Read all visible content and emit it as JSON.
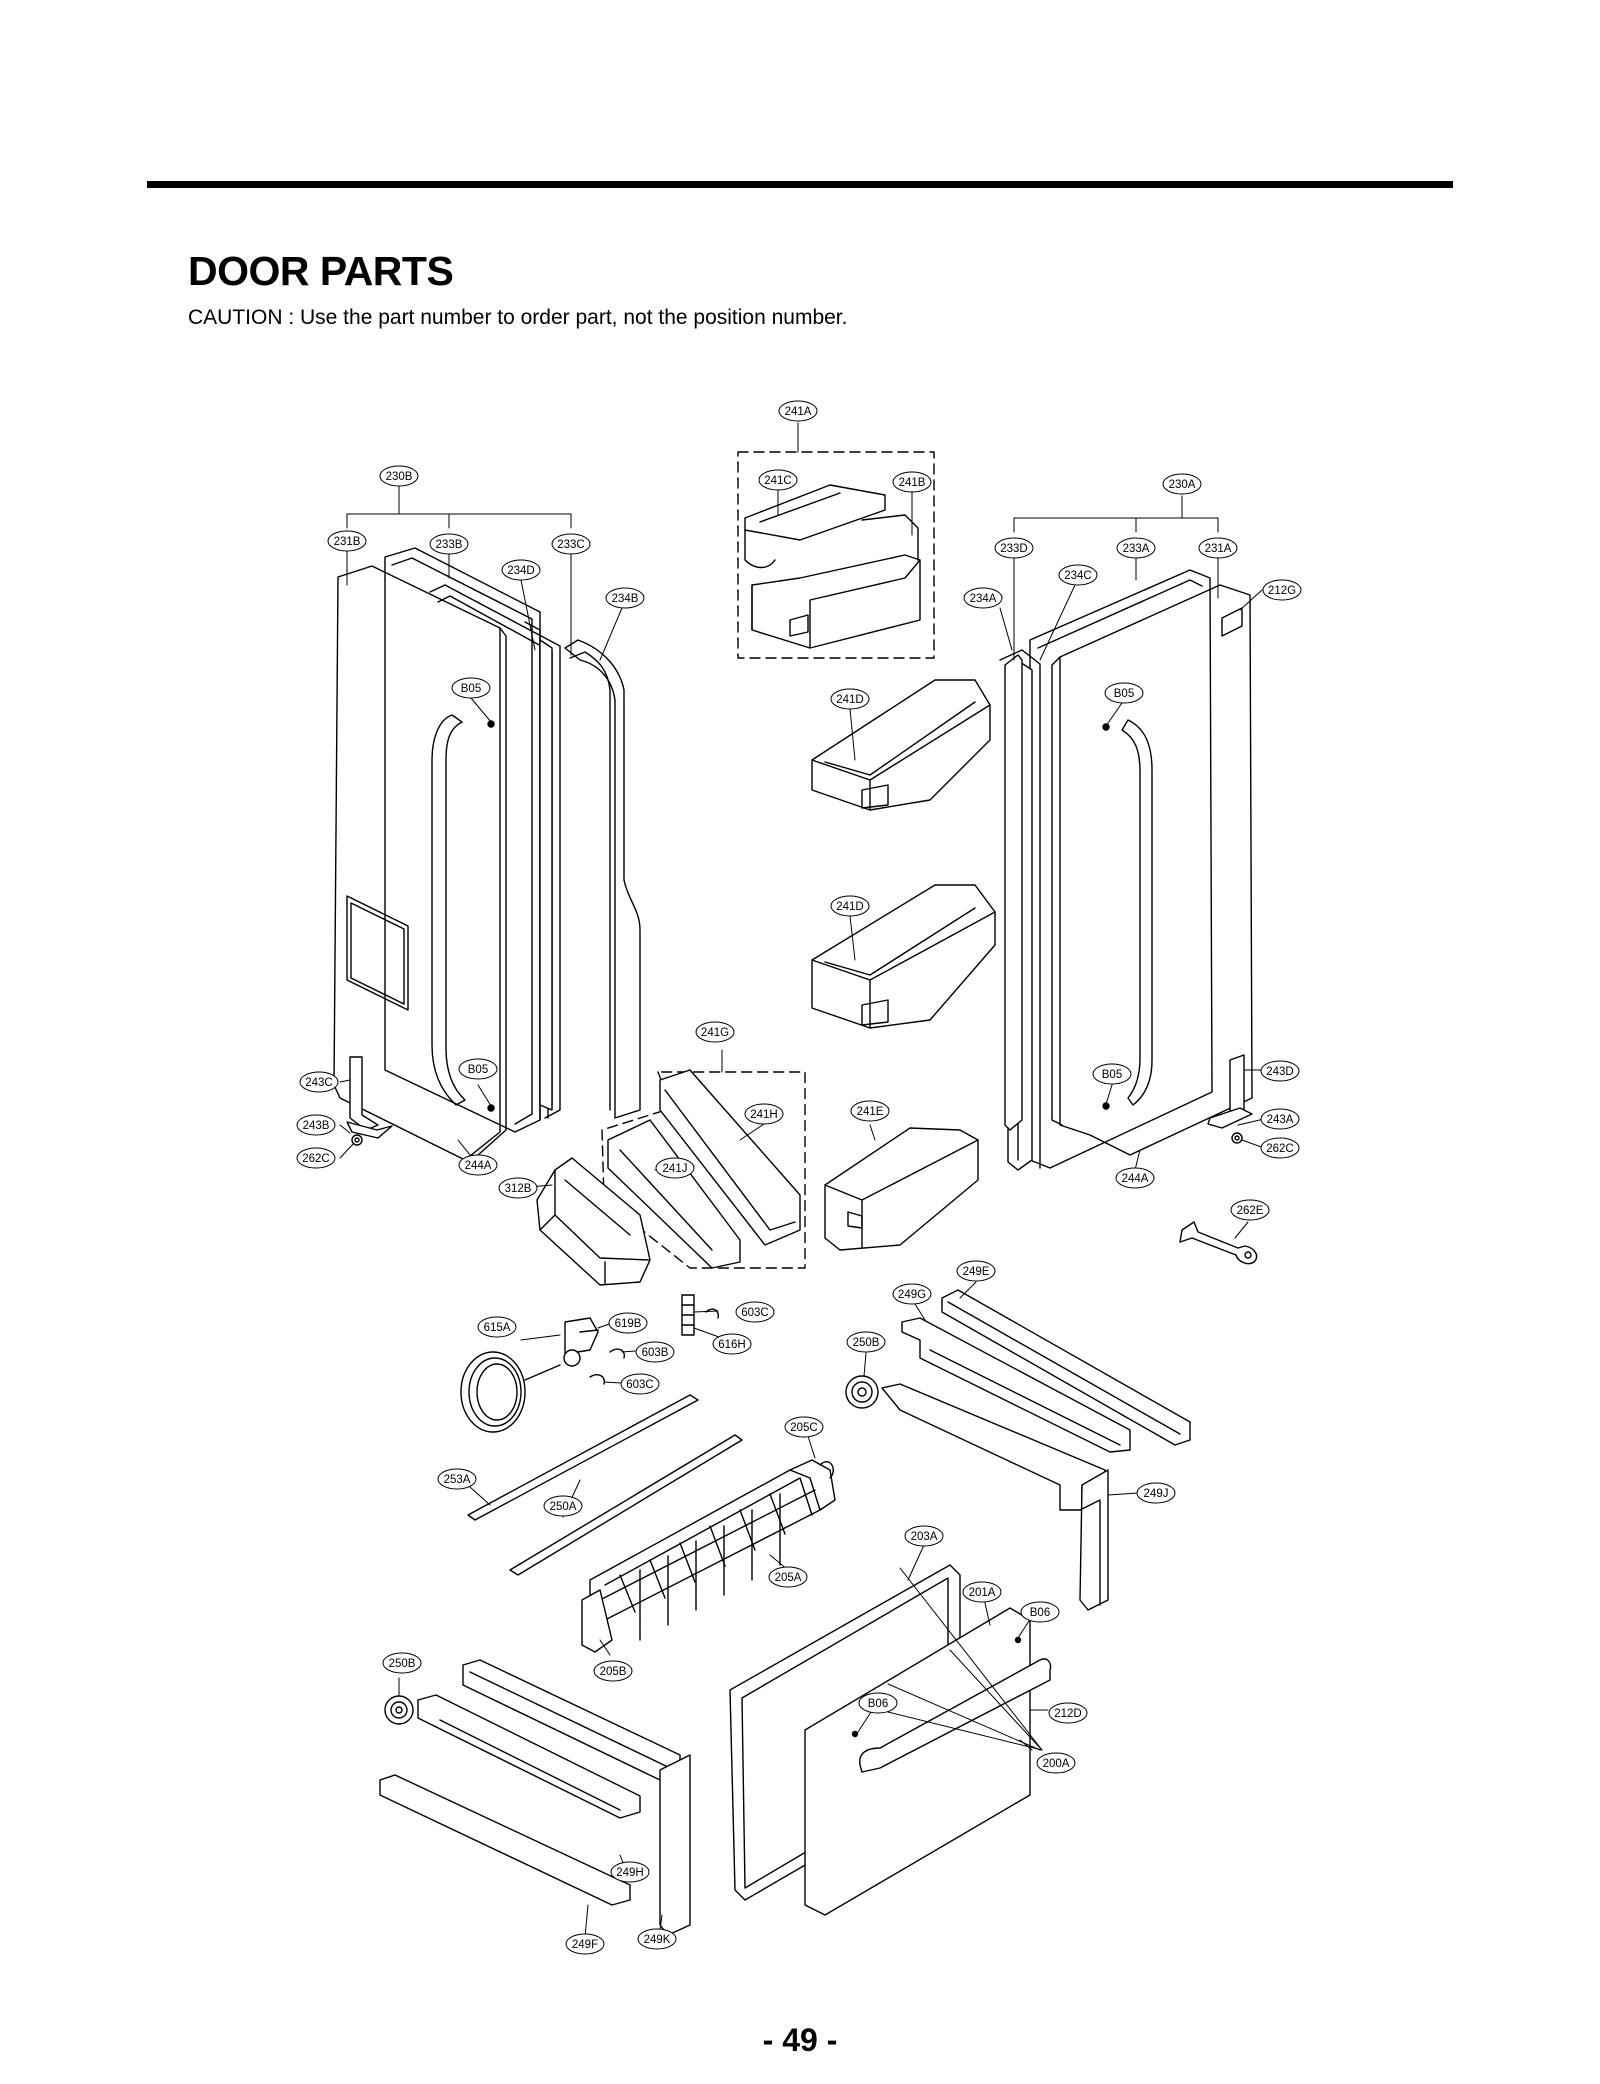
{
  "page": {
    "title": "DOOR PARTS",
    "caution": "CAUTION : Use the part number to order part, not the position number.",
    "page_number": "- 49 -"
  },
  "callouts": [
    {
      "id": "c-241a-top",
      "label": "241A"
    },
    {
      "id": "c-230b",
      "label": "230B"
    },
    {
      "id": "c-231b",
      "label": "231B"
    },
    {
      "id": "c-233b",
      "label": "233B"
    },
    {
      "id": "c-233c",
      "label": "233C"
    },
    {
      "id": "c-234d",
      "label": "234D"
    },
    {
      "id": "c-234b",
      "label": "234B"
    },
    {
      "id": "c-241c",
      "label": "241C"
    },
    {
      "id": "c-241b",
      "label": "241B"
    },
    {
      "id": "c-230a",
      "label": "230A"
    },
    {
      "id": "c-233d",
      "label": "233D"
    },
    {
      "id": "c-233a",
      "label": "233A"
    },
    {
      "id": "c-231a",
      "label": "231A"
    },
    {
      "id": "c-234c",
      "label": "234C"
    },
    {
      "id": "c-234a",
      "label": "234A"
    },
    {
      "id": "c-212g",
      "label": "212G"
    },
    {
      "id": "c-b05-tl",
      "label": "B05"
    },
    {
      "id": "c-241d-1",
      "label": "241D"
    },
    {
      "id": "c-b05-tr",
      "label": "B05"
    },
    {
      "id": "c-241d-2",
      "label": "241D"
    },
    {
      "id": "c-241g",
      "label": "241G"
    },
    {
      "id": "c-243c",
      "label": "243C"
    },
    {
      "id": "c-b05-bl",
      "label": "B05"
    },
    {
      "id": "c-243b",
      "label": "243B"
    },
    {
      "id": "c-262c-l",
      "label": "262C"
    },
    {
      "id": "c-244a-l",
      "label": "244A"
    },
    {
      "id": "c-312b",
      "label": "312B"
    },
    {
      "id": "c-241h",
      "label": "241H"
    },
    {
      "id": "c-241j",
      "label": "241J"
    },
    {
      "id": "c-241e",
      "label": "241E"
    },
    {
      "id": "c-b05-br",
      "label": "B05"
    },
    {
      "id": "c-243d",
      "label": "243D"
    },
    {
      "id": "c-243a",
      "label": "243A"
    },
    {
      "id": "c-262c-r",
      "label": "262C"
    },
    {
      "id": "c-244a-r",
      "label": "244A"
    },
    {
      "id": "c-262e",
      "label": "262E"
    },
    {
      "id": "c-249e",
      "label": "249E"
    },
    {
      "id": "c-249g",
      "label": "249G"
    },
    {
      "id": "c-615a",
      "label": "615A"
    },
    {
      "id": "c-619b",
      "label": "619B"
    },
    {
      "id": "c-603c-1",
      "label": "603C"
    },
    {
      "id": "c-603b",
      "label": "603B"
    },
    {
      "id": "c-616h",
      "label": "616H"
    },
    {
      "id": "c-603c-2",
      "label": "603C"
    },
    {
      "id": "c-250b-r",
      "label": "250B"
    },
    {
      "id": "c-205c",
      "label": "205C"
    },
    {
      "id": "c-253a",
      "label": "253A"
    },
    {
      "id": "c-250a",
      "label": "250A"
    },
    {
      "id": "c-249j",
      "label": "249J"
    },
    {
      "id": "c-203a",
      "label": "203A"
    },
    {
      "id": "c-205a",
      "label": "205A"
    },
    {
      "id": "c-201a",
      "label": "201A"
    },
    {
      "id": "c-b06-1",
      "label": "B06"
    },
    {
      "id": "c-250b-l",
      "label": "250B"
    },
    {
      "id": "c-205b",
      "label": "205B"
    },
    {
      "id": "c-b06-2",
      "label": "B06"
    },
    {
      "id": "c-212d",
      "label": "212D"
    },
    {
      "id": "c-200a",
      "label": "200A"
    },
    {
      "id": "c-249h",
      "label": "249H"
    },
    {
      "id": "c-249k",
      "label": "249K"
    },
    {
      "id": "c-249f",
      "label": "249F"
    }
  ]
}
